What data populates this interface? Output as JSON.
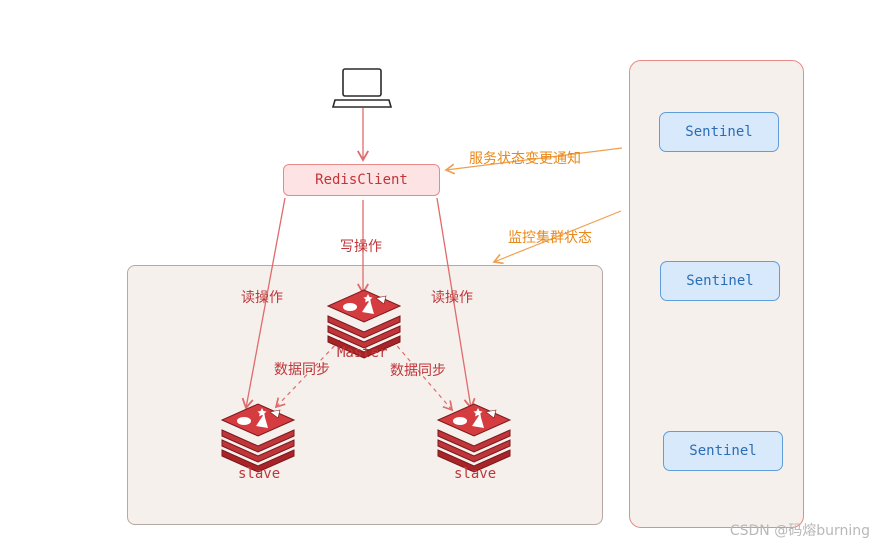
{
  "client": {
    "label": "RedisClient"
  },
  "nodes": {
    "master": "Master",
    "slave_left": "slave",
    "slave_right": "slave"
  },
  "edges": {
    "write": "写操作",
    "read_left": "读操作",
    "read_right": "读操作",
    "sync_left": "数据同步",
    "sync_right": "数据同步",
    "notify": "服务状态变更通知",
    "monitor": "监控集群状态"
  },
  "sentinels": [
    "Sentinel",
    "Sentinel",
    "Sentinel"
  ],
  "icons": {
    "laptop": "laptop-icon",
    "redis": "redis-stack-icon"
  },
  "colors": {
    "red": "#c0353a",
    "orange": "#e8891a",
    "blue": "#2b6db5"
  },
  "watermark": "CSDN @码熔burning"
}
